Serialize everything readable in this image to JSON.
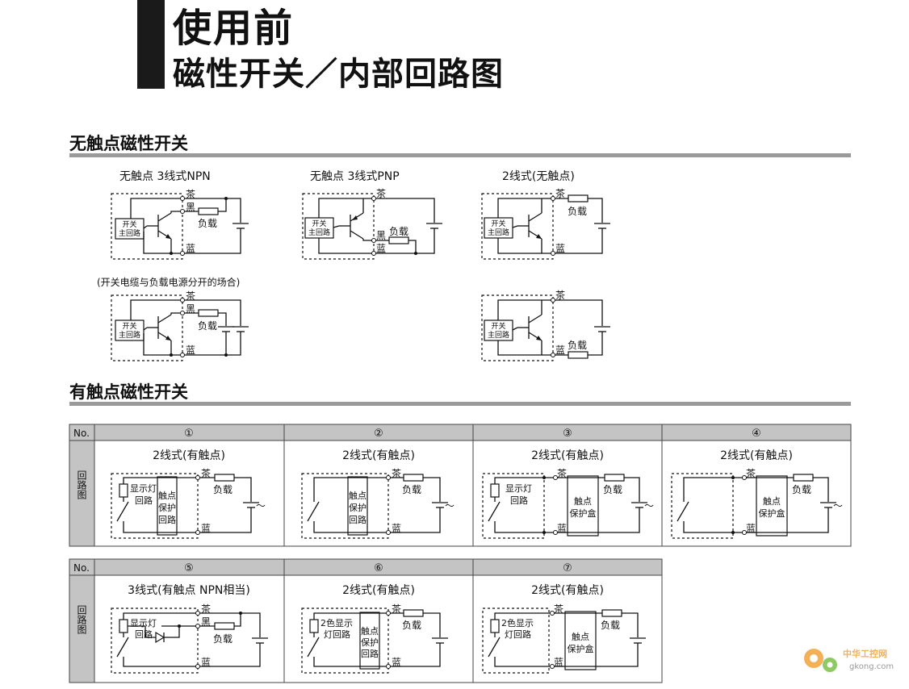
{
  "page": {
    "title_main": "使用前",
    "title_sub": "磁性开关／内部回路图"
  },
  "section1": {
    "heading": "无触点磁性开关",
    "diagrams": {
      "npn_title": "无触点 3线式NPN",
      "pnp_title": "无触点 3线式PNP",
      "two_wire_title": "2线式(无触点)",
      "separate_note": "(开关电缆与负载电源分开的场合)"
    }
  },
  "section2": {
    "heading": "有触点磁性开关",
    "col_no": "No.",
    "row_label": "回路图",
    "table1": {
      "numbers": [
        "①",
        "②",
        "③",
        "④"
      ],
      "titles": [
        "2线式(有触点)",
        "2线式(有触点)",
        "2线式(有触点)",
        "2线式(有触点)"
      ]
    },
    "table2": {
      "numbers": [
        "⑤",
        "⑥",
        "⑦"
      ],
      "titles": [
        "3线式(有触点 NPN相当)",
        "2线式(有触点)",
        "2线式(有触点)"
      ]
    }
  },
  "labels": {
    "brown": "茶",
    "black": "黑",
    "blue": "蓝",
    "load": "负载",
    "switch_main_1": "开关",
    "switch_main_2": "主回路",
    "lamp_1": "显示灯",
    "lamp_2": "回路",
    "contact_prot_1": "触点",
    "contact_prot_2": "保护",
    "contact_prot_3": "回路",
    "prot_box_1": "触点",
    "prot_box_2": "保护盒",
    "lamp2c_1": "2色显示",
    "lamp2c_2": "灯回路",
    "ac": "～"
  },
  "logo": {
    "name": "中华工控网",
    "domain": "gkong.com"
  }
}
